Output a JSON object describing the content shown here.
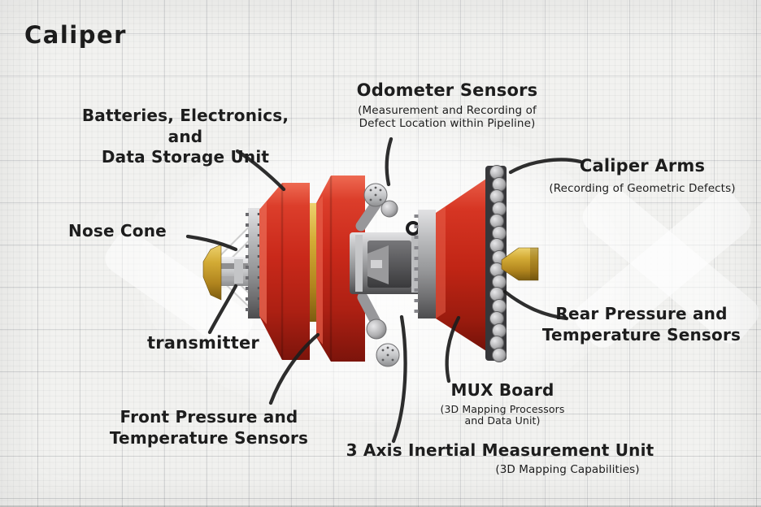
{
  "title": "Caliper",
  "colors": {
    "paper": "#f2f2f0",
    "grid_major": "#c9cacd",
    "grid_minor": "#e4e5e7",
    "ink": "#1d1d1d",
    "device_red": "#c5271c",
    "device_red_dark": "#7c140b",
    "device_gold": "#c89a23",
    "device_metal": "#9b9b9d",
    "highlight_white": "#ffffff"
  },
  "labels": {
    "batteries": {
      "line1": "Batteries, Electronics, and",
      "line2": "Data Storage Unit"
    },
    "odometer": {
      "title": "Odometer Sensors",
      "sub1": "(Measurement and Recording of",
      "sub2": "Defect Location within Pipeline)"
    },
    "caliper_arms": {
      "title": "Caliper Arms",
      "sub": "(Recording of Geometric Defects)"
    },
    "nose_cone": {
      "title": "Nose Cone"
    },
    "transmitter": {
      "title": "transmitter"
    },
    "rear_pt": {
      "line1": "Rear Pressure and",
      "line2": "Temperature Sensors"
    },
    "front_pt": {
      "line1": "Front Pressure and",
      "line2": "Temperature Sensors"
    },
    "mux": {
      "title": "MUX Board",
      "sub1": "(3D Mapping Processors",
      "sub2": "and Data Unit)"
    },
    "imu": {
      "title": "3 Axis Inertial Measurement Unit",
      "sub": "(3D Mapping Capabilities)"
    }
  }
}
